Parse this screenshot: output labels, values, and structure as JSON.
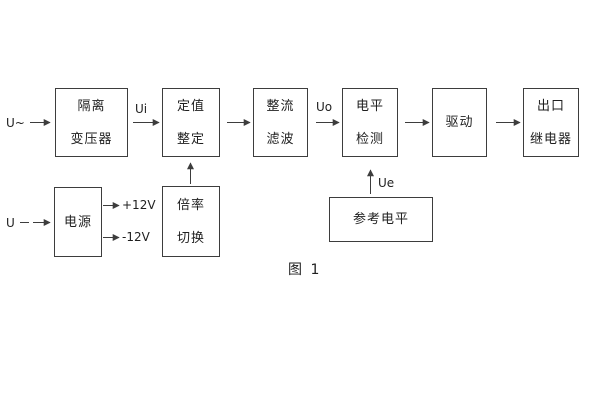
{
  "diagram": {
    "caption": "图 1",
    "inputs": {
      "ac": "U~",
      "dc": "U"
    },
    "signals": {
      "ui": "Ui",
      "uo": "Uo",
      "ue": "Ue",
      "plus12": "+12V",
      "minus12": "-12V"
    },
    "blocks": {
      "isolation": {
        "lines": [
          "隔离",
          "变压器"
        ]
      },
      "setting": {
        "lines": [
          "定值",
          "整定"
        ]
      },
      "rectifier": {
        "lines": [
          "整流",
          "滤波"
        ]
      },
      "level": {
        "lines": [
          "电平",
          "检测"
        ]
      },
      "drive": {
        "lines": [
          "驱动"
        ]
      },
      "output": {
        "lines": [
          "出口",
          "继电器"
        ]
      },
      "power": {
        "lines": [
          "电源"
        ]
      },
      "multiplier": {
        "lines": [
          "倍率",
          "切换"
        ]
      },
      "reference": {
        "lines": [
          "参考电平"
        ]
      }
    },
    "colors": {
      "line": "#3d3d3d",
      "text": "#1f1f1f",
      "background": "#ffffff"
    }
  }
}
